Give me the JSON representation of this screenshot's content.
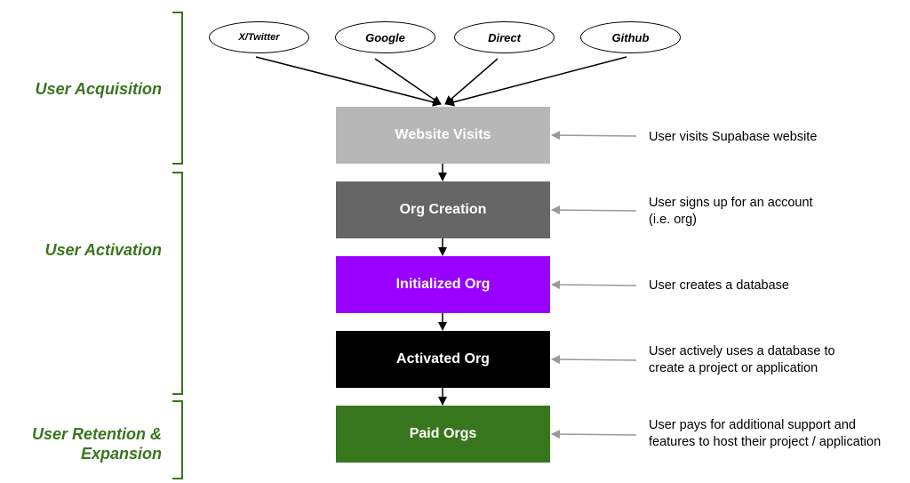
{
  "stages": [
    {
      "label": "User Acquisition"
    },
    {
      "label": "User Activation"
    },
    {
      "label": "User Retention &\nExpansion"
    }
  ],
  "sources": [
    "X/Twitter",
    "Google",
    "Direct",
    "Github"
  ],
  "funnel": [
    {
      "label": "Website Visits",
      "color": "#b7b7b7",
      "description": "User visits Supabase website"
    },
    {
      "label": "Org Creation",
      "color": "#666666",
      "description": "User signs up for an account\n(i.e. org)"
    },
    {
      "label": "Initialized Org",
      "color": "#9900ff",
      "description": "User creates a database"
    },
    {
      "label": "Activated Org",
      "color": "#000000",
      "description": "User actively uses a database to\ncreate a project or application"
    },
    {
      "label": "Paid Orgs",
      "color": "#38761d",
      "description": "User pays for additional support and\nfeatures to host their project / application"
    }
  ],
  "colors": {
    "stage_text": "#38761d",
    "bracket": "#38761d",
    "connector": "#000000",
    "description_arrow": "#999999"
  }
}
